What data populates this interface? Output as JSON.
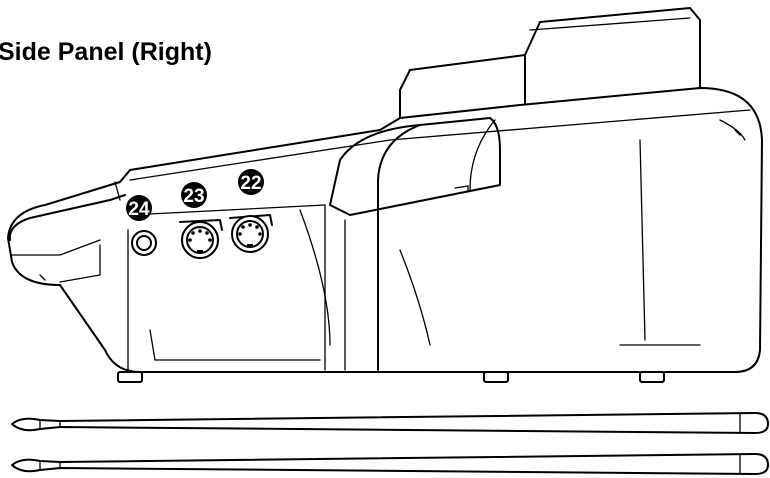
{
  "title": "Side Panel (Right)",
  "callouts": [
    {
      "id": "24",
      "label": "24"
    },
    {
      "id": "23",
      "label": "23"
    },
    {
      "id": "22",
      "label": "22"
    }
  ],
  "drumsticks_count": 2,
  "colors": {
    "line": "#000000",
    "background": "#ffffff"
  }
}
